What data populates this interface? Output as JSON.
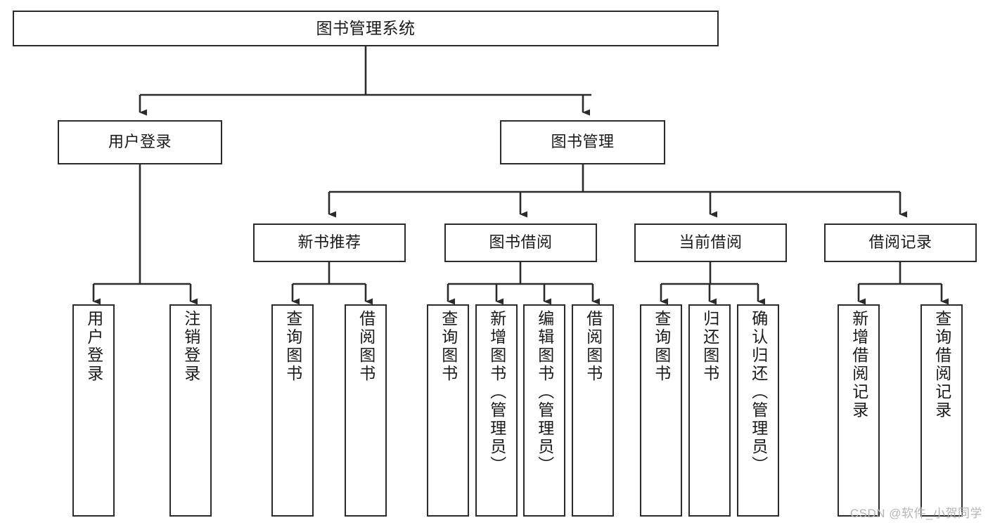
{
  "diagram": {
    "title": "图书管理系统",
    "type": "tree",
    "watermark": "CSDN @软件_小贺同学",
    "colors": {
      "box_border": "#2b2b2b",
      "box_fill": "#ffffff",
      "connector": "#2b2b2b",
      "text": "#1a1a1a",
      "watermark": "#b5b5b5"
    },
    "root": {
      "id": "root",
      "label": "图书管理系统"
    },
    "level1": [
      {
        "id": "user-login",
        "label": "用户登录"
      },
      {
        "id": "book-management",
        "label": "图书管理"
      }
    ],
    "level2": [
      {
        "id": "new-book-recommend",
        "label": "新书推荐",
        "parent": "book-management"
      },
      {
        "id": "book-borrow",
        "label": "图书借阅",
        "parent": "book-management"
      },
      {
        "id": "current-borrow",
        "label": "当前借阅",
        "parent": "book-management"
      },
      {
        "id": "borrow-record",
        "label": "借阅记录",
        "parent": "book-management"
      }
    ],
    "leaves": [
      {
        "id": "leaf-user-login",
        "label": "用户登录",
        "parent": "user-login"
      },
      {
        "id": "leaf-logout",
        "label": "注销登录",
        "parent": "user-login"
      },
      {
        "id": "leaf-query-books-1",
        "label": "查询图书",
        "parent": "new-book-recommend"
      },
      {
        "id": "leaf-borrow-books-1",
        "label": "借阅图书",
        "parent": "new-book-recommend"
      },
      {
        "id": "leaf-query-books-2",
        "label": "查询图书",
        "parent": "book-borrow"
      },
      {
        "id": "leaf-add-book",
        "label": "新增图书（管理员）",
        "parent": "book-borrow"
      },
      {
        "id": "leaf-edit-book",
        "label": "编辑图书（管理员）",
        "parent": "book-borrow"
      },
      {
        "id": "leaf-borrow-books-2",
        "label": "借阅图书",
        "parent": "book-borrow"
      },
      {
        "id": "leaf-query-books-3",
        "label": "查询图书",
        "parent": "current-borrow"
      },
      {
        "id": "leaf-return-book",
        "label": "归还图书",
        "parent": "current-borrow"
      },
      {
        "id": "leaf-confirm-return",
        "label": "确认归还（管理员）",
        "parent": "current-borrow"
      },
      {
        "id": "leaf-add-record",
        "label": "新增借阅记录",
        "parent": "borrow-record"
      },
      {
        "id": "leaf-query-record",
        "label": "查询借阅记录",
        "parent": "borrow-record"
      }
    ]
  }
}
